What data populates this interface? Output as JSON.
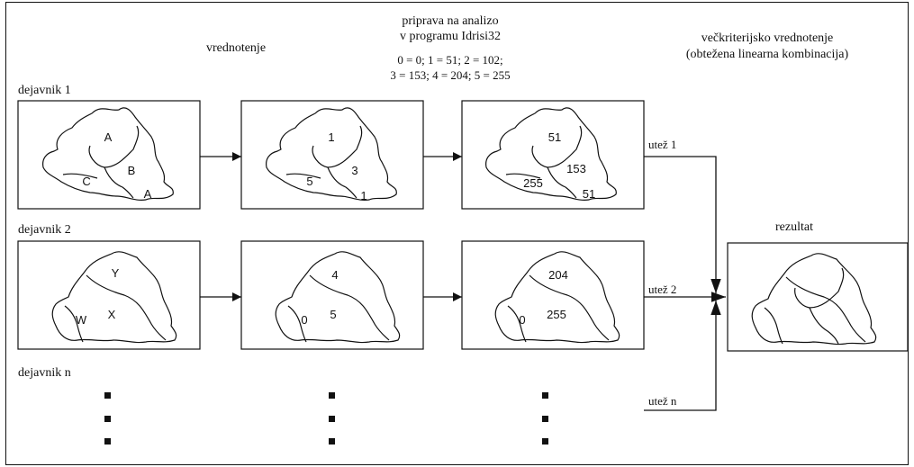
{
  "headers": {
    "vrednotenje": "vrednotenje",
    "priprava_line1": "priprava na analizo",
    "priprava_line2": "v programu Idrisi32",
    "mapping_line1": "0 = 0; 1 = 51; 2 = 102;",
    "mapping_line2": "3 = 153; 4 = 204; 5 = 255",
    "veckrit_line1": "večkriterijsko vrednotenje",
    "veckrit_line2": "(obtežena linearna kombinacija)",
    "rezultat": "rezultat"
  },
  "rows": [
    {
      "label": "dejavnik 1",
      "weight_label": "utež 1",
      "box1": [
        "A",
        "B",
        "C",
        "A"
      ],
      "box2": [
        "1",
        "3",
        "5",
        "1"
      ],
      "box3": [
        "51",
        "153",
        "255",
        "51"
      ]
    },
    {
      "label": "dejavnik 2",
      "weight_label": "utež 2",
      "box1": [
        "Y",
        "X",
        "W"
      ],
      "box2": [
        "4",
        "5",
        "0"
      ],
      "box3": [
        "204",
        "255",
        "0"
      ]
    },
    {
      "label": "dejavnik n",
      "weight_label": "utež n"
    }
  ]
}
